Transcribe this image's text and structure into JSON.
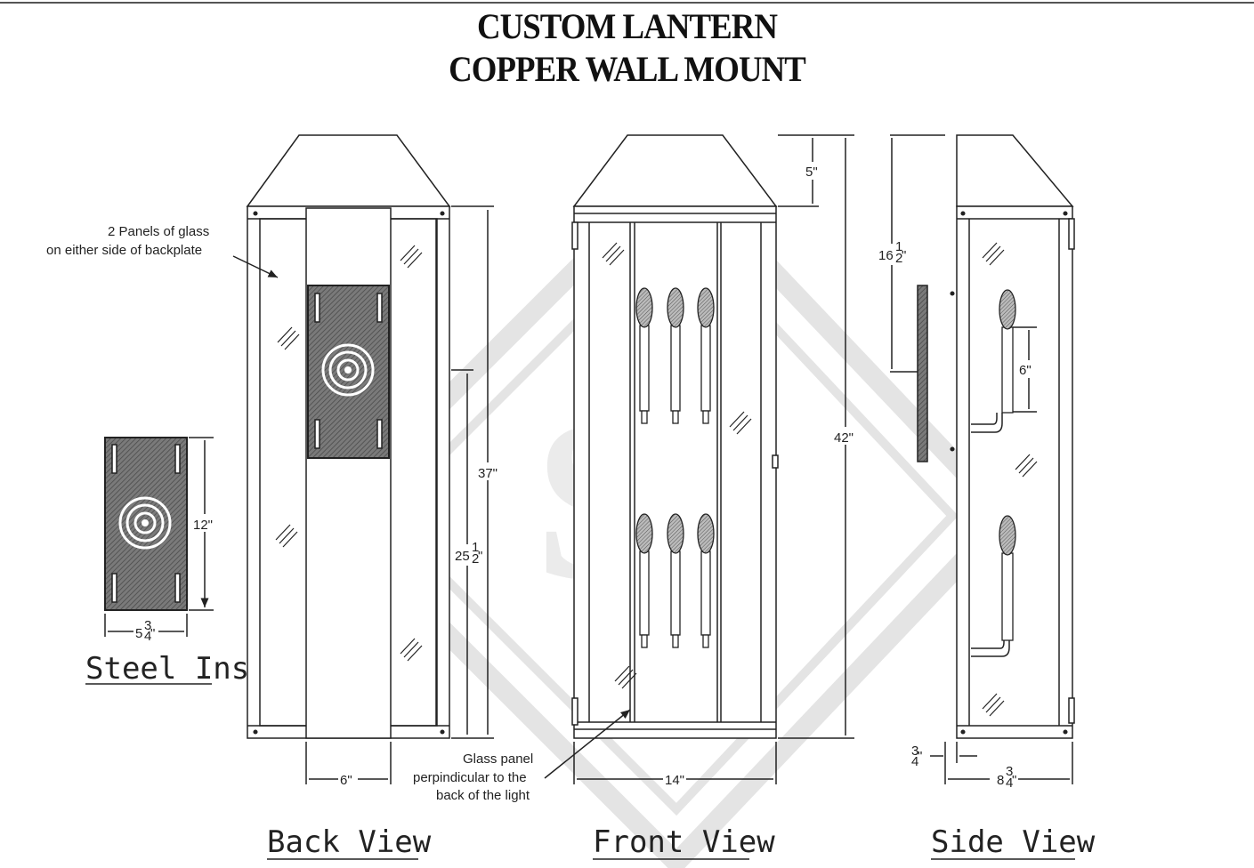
{
  "title": {
    "line1": "CUSTOM LANTERN",
    "line2": "COPPER WALL MOUNT"
  },
  "views": {
    "steel_insert": "Steel Insert",
    "back": "Back View",
    "front": "Front View",
    "side": "Side View"
  },
  "notes": {
    "glass_panels_1": "2 Panels of glass",
    "glass_panels_2": "on either side of backplate",
    "glass_perp_1": "Glass panel",
    "glass_perp_2": "perpindicular to the",
    "glass_perp_3": "back of the light"
  },
  "dimensions": {
    "insert_height": "12\"",
    "insert_width_whole": "5",
    "insert_width_frac_num": "3",
    "insert_width_frac_den": "4",
    "back_width": "6\"",
    "back_height_37": "37\"",
    "back_height_25_whole": "25",
    "back_height_25_num": "1",
    "back_height_25_den": "2",
    "front_width": "14\"",
    "top_5": "5\"",
    "total_42": "42\"",
    "mount_16_whole": "16",
    "mount_16_num": "1",
    "mount_16_den": "2",
    "candle_6": "6\"",
    "depth_whole": "8",
    "depth_num": "3",
    "depth_den": "4",
    "offset_num": "3",
    "offset_den": "4"
  },
  "colors": {
    "line": "#222222",
    "watermark": "#e6e6e6",
    "hatch": "#555555"
  }
}
